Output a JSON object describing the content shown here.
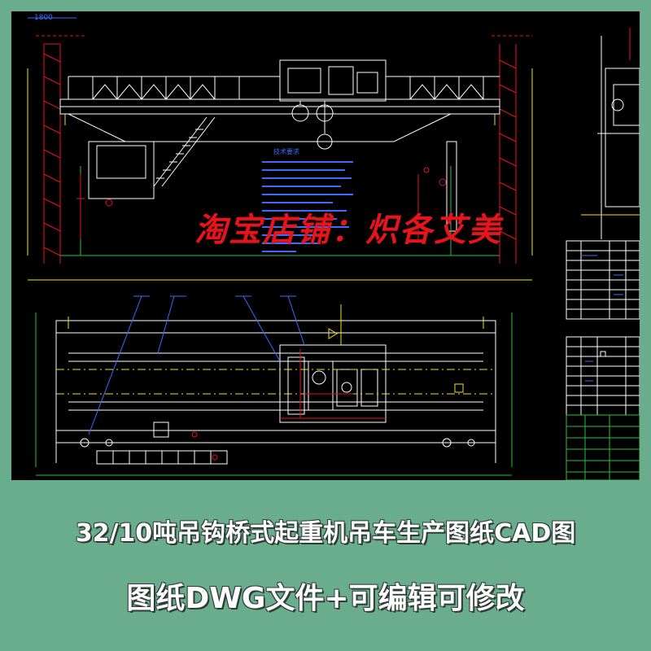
{
  "drawing": {
    "top_left_label": "1800",
    "notes_title": "技术要求"
  },
  "watermark": "淘宝店铺：炽各艾美",
  "caption": {
    "line1": "32/10吨吊钩桥式起重机吊车生产图纸CAD图",
    "line2": "图纸DWG文件+可编辑可修改"
  },
  "colors": {
    "background": "#6aad8e",
    "canvas": "#000000",
    "line_white": "#ffffff",
    "line_red": "#e8131b",
    "line_blue": "#3b6cff",
    "line_green": "#25c33c",
    "line_yellow": "#f2e313"
  }
}
